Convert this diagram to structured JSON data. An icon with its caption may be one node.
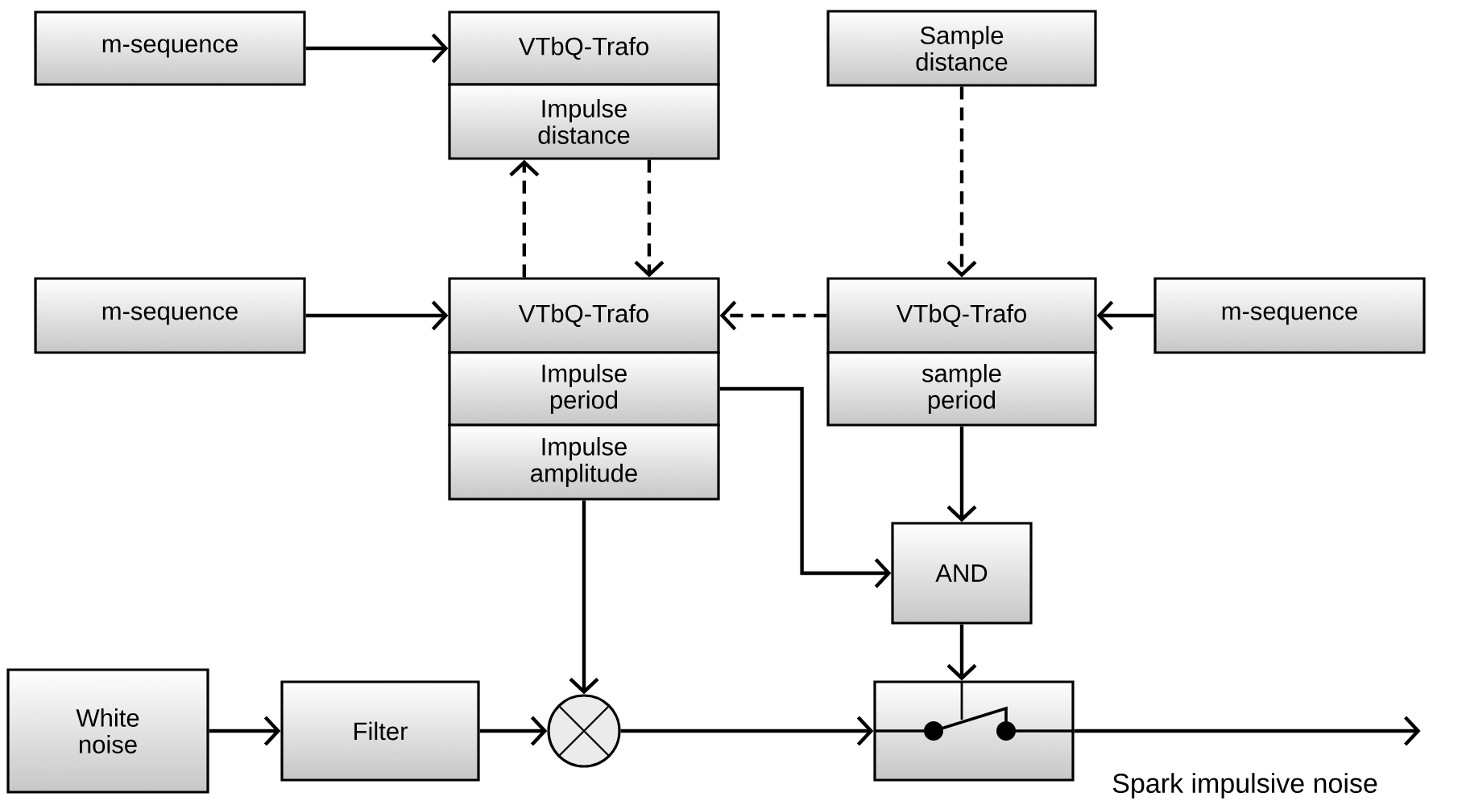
{
  "diagram": {
    "nodes": [
      {
        "text": [
          "m-sequence"
        ]
      },
      {
        "text": [
          "VTbQ-Trafo"
        ]
      },
      {
        "text": [
          "Impulse distance"
        ]
      },
      {
        "text": [
          "Sample distance"
        ]
      },
      {
        "text": [
          "m-sequence"
        ]
      },
      {
        "text": [
          "VTbQ-Trafo"
        ]
      },
      {
        "text": [
          "Impulse period"
        ]
      },
      {
        "text": [
          "Impulse amplitude"
        ]
      },
      {
        "text": [
          "VTbQ-Trafo"
        ]
      },
      {
        "text": [
          "sample period"
        ]
      },
      {
        "text": [
          "m-sequence"
        ]
      },
      {
        "text": [
          "AND"
        ]
      },
      {
        "text": [
          "White noise"
        ]
      },
      {
        "text": [
          "Filter"
        ]
      },
      {
        "text": [],
        "shape": "circle"
      },
      {
        "text": [],
        "shape": "box"
      }
    ],
    "edges": [
      {
        "from": 0,
        "to": 1,
        "arrow": "to"
      },
      {
        "from": 4,
        "to": 5,
        "arrow": "to"
      },
      {
        "from": 5,
        "to": 2,
        "arrow": "to",
        "style": "dashed"
      },
      {
        "from": 2,
        "to": 5,
        "arrow": "to",
        "style": "dashed"
      },
      {
        "from": 3,
        "to": 8,
        "arrow": "to",
        "style": "dashed"
      },
      {
        "from": 8,
        "to": 5,
        "arrow": "to",
        "style": "dashed"
      },
      {
        "from": 10,
        "to": 8,
        "arrow": "to"
      },
      {
        "from": 6,
        "to": 11,
        "arrow": "to"
      },
      {
        "from": 9,
        "to": 11,
        "arrow": "to"
      },
      {
        "from": 7,
        "to": 14,
        "arrow": "to"
      },
      {
        "from": 12,
        "to": 13,
        "arrow": "to"
      },
      {
        "from": 13,
        "to": 14,
        "arrow": "to"
      },
      {
        "from": 14,
        "to": 15,
        "arrow": "to"
      },
      {
        "from": 11,
        "to": 15,
        "arrow": "to"
      },
      {
        "from": 15,
        "to": null,
        "arrow": "to",
        "label": "Spark impulsive noise"
      }
    ]
  }
}
